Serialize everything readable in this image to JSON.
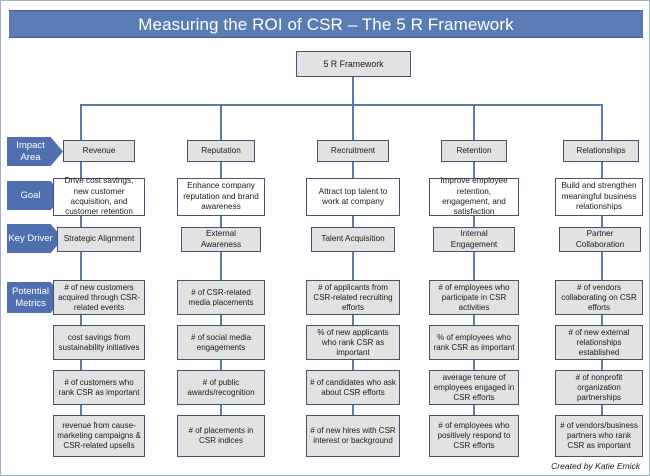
{
  "title": "Measuring the ROI of CSR – The 5 R Framework",
  "root": {
    "label": "5 R Framework"
  },
  "footer": {
    "credit": "Created by Katie Emick"
  },
  "colors": {
    "title_bar": "#5B7BB5",
    "band_label": "#4F6FB0",
    "node_fill": "#E2E2E2",
    "goal_fill": "#FFFFFF",
    "node_border": "#44536E",
    "connector": "#5B7BA8"
  },
  "bands": [
    {
      "label": "Impact Area"
    },
    {
      "label": "Goal"
    },
    {
      "label": "Key Driver"
    },
    {
      "label": "Potential Metrics"
    }
  ],
  "columns": [
    {
      "impact_area": "Revenue",
      "goal": "Drive cost savings, new customer acquisition, and customer retention",
      "key_driver": "Strategic Alignment",
      "metrics": [
        "# of new customers acquired through CSR-related events",
        "cost savings from sustainability initiatives",
        "# of customers who rank CSR as important",
        "revenue from cause-marketing campaigns & CSR-related upsells"
      ]
    },
    {
      "impact_area": "Reputation",
      "goal": "Enhance company reputation and brand awareness",
      "key_driver": "External Awareness",
      "metrics": [
        "# of CSR-related media placements",
        "# of social media engagements",
        "# of public awards/recognition",
        "# of placements in CSR indices"
      ]
    },
    {
      "impact_area": "Recruitment",
      "goal": "Attract top talent to work at company",
      "key_driver": "Talent Acquisition",
      "metrics": [
        "# of applicants from CSR-related recruiting efforts",
        "% of new applicants who rank CSR as important",
        "# of candidates who ask about CSR efforts",
        "# of new hires with CSR interest or background"
      ]
    },
    {
      "impact_area": "Retention",
      "goal": "Improve employee retention, engagement, and satisfaction",
      "key_driver": "Internal Engagement",
      "metrics": [
        "# of employees who participate in CSR activities",
        "% of employees who rank CSR as important",
        "average tenure of employees engaged in CSR efforts",
        "# of employees who positively respond to CSR efforts"
      ]
    },
    {
      "impact_area": "Relationships",
      "goal": "Build and strengthen meaningful business relationships",
      "key_driver": "Partner Collaboration",
      "metrics": [
        "# of vendors collaborating on CSR efforts",
        "# of new external relationships established",
        "# of nonprofit organization partnerships",
        "# of vendors/business partners who rank CSR as important"
      ]
    }
  ]
}
